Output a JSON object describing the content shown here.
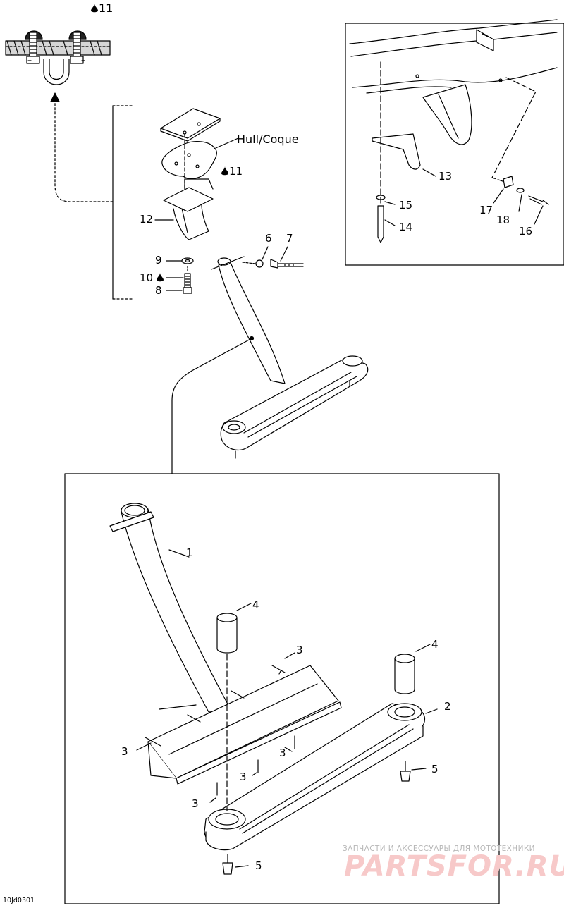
{
  "diagram_code": "10Jd0301",
  "hull_label": "Hull/Coque",
  "watermark": {
    "line1": "ЗАПЧАСТИ И АКСЕССУАРЫ ДЛЯ МОТОТЕХНИКИ",
    "line2": "PARTSFOR.RU"
  },
  "callouts": {
    "p1": "1",
    "p2": "2",
    "p3a": "3",
    "p3b": "3",
    "p3c": "3",
    "p3d": "3",
    "p3e": "3",
    "p4a": "4",
    "p4b": "4",
    "p5a": "5",
    "p5b": "5",
    "p6": "6",
    "p7": "7",
    "p8": "8",
    "p9": "9",
    "p10": "10",
    "p11a": "11",
    "p11b": "11",
    "p12": "12",
    "p13": "13",
    "p14": "14",
    "p15": "15",
    "p16": "16",
    "p17": "17",
    "p18": "18"
  },
  "icons": [
    "sealant-drop-icon"
  ]
}
